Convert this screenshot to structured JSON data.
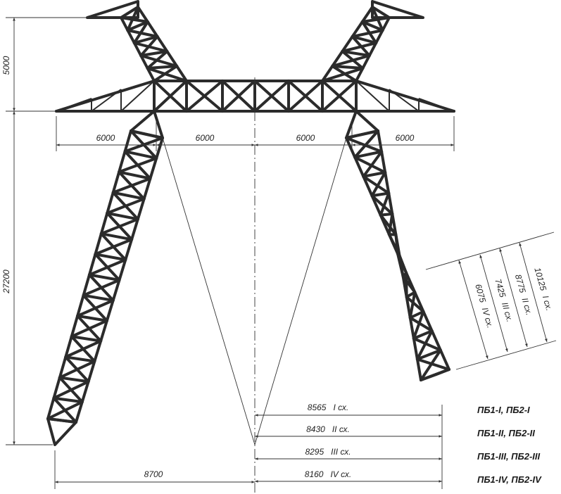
{
  "dimensions": {
    "height_top": "5000",
    "height_main": "27200",
    "width_1": "6000",
    "width_2": "6000",
    "width_3": "6000",
    "width_4": "6000",
    "base_left": "8700"
  },
  "leg_lengths": [
    {
      "value": "10125",
      "scheme": "I сх."
    },
    {
      "value": "8775",
      "scheme": "II сх."
    },
    {
      "value": "7425",
      "scheme": "III сх."
    },
    {
      "value": "6075",
      "scheme": "IV сх."
    }
  ],
  "base_right": [
    {
      "value": "8565",
      "scheme": "I сх."
    },
    {
      "value": "8430",
      "scheme": "II сх."
    },
    {
      "value": "8295",
      "scheme": "III сх."
    },
    {
      "value": "8160",
      "scheme": "IV сх."
    }
  ],
  "legend": [
    "ПБ1-I, ПБ2-I",
    "ПБ1-II, ПБ2-II",
    "ПБ1-III, ПБ2-III",
    "ПБ1-IV, ПБ2-IV"
  ]
}
